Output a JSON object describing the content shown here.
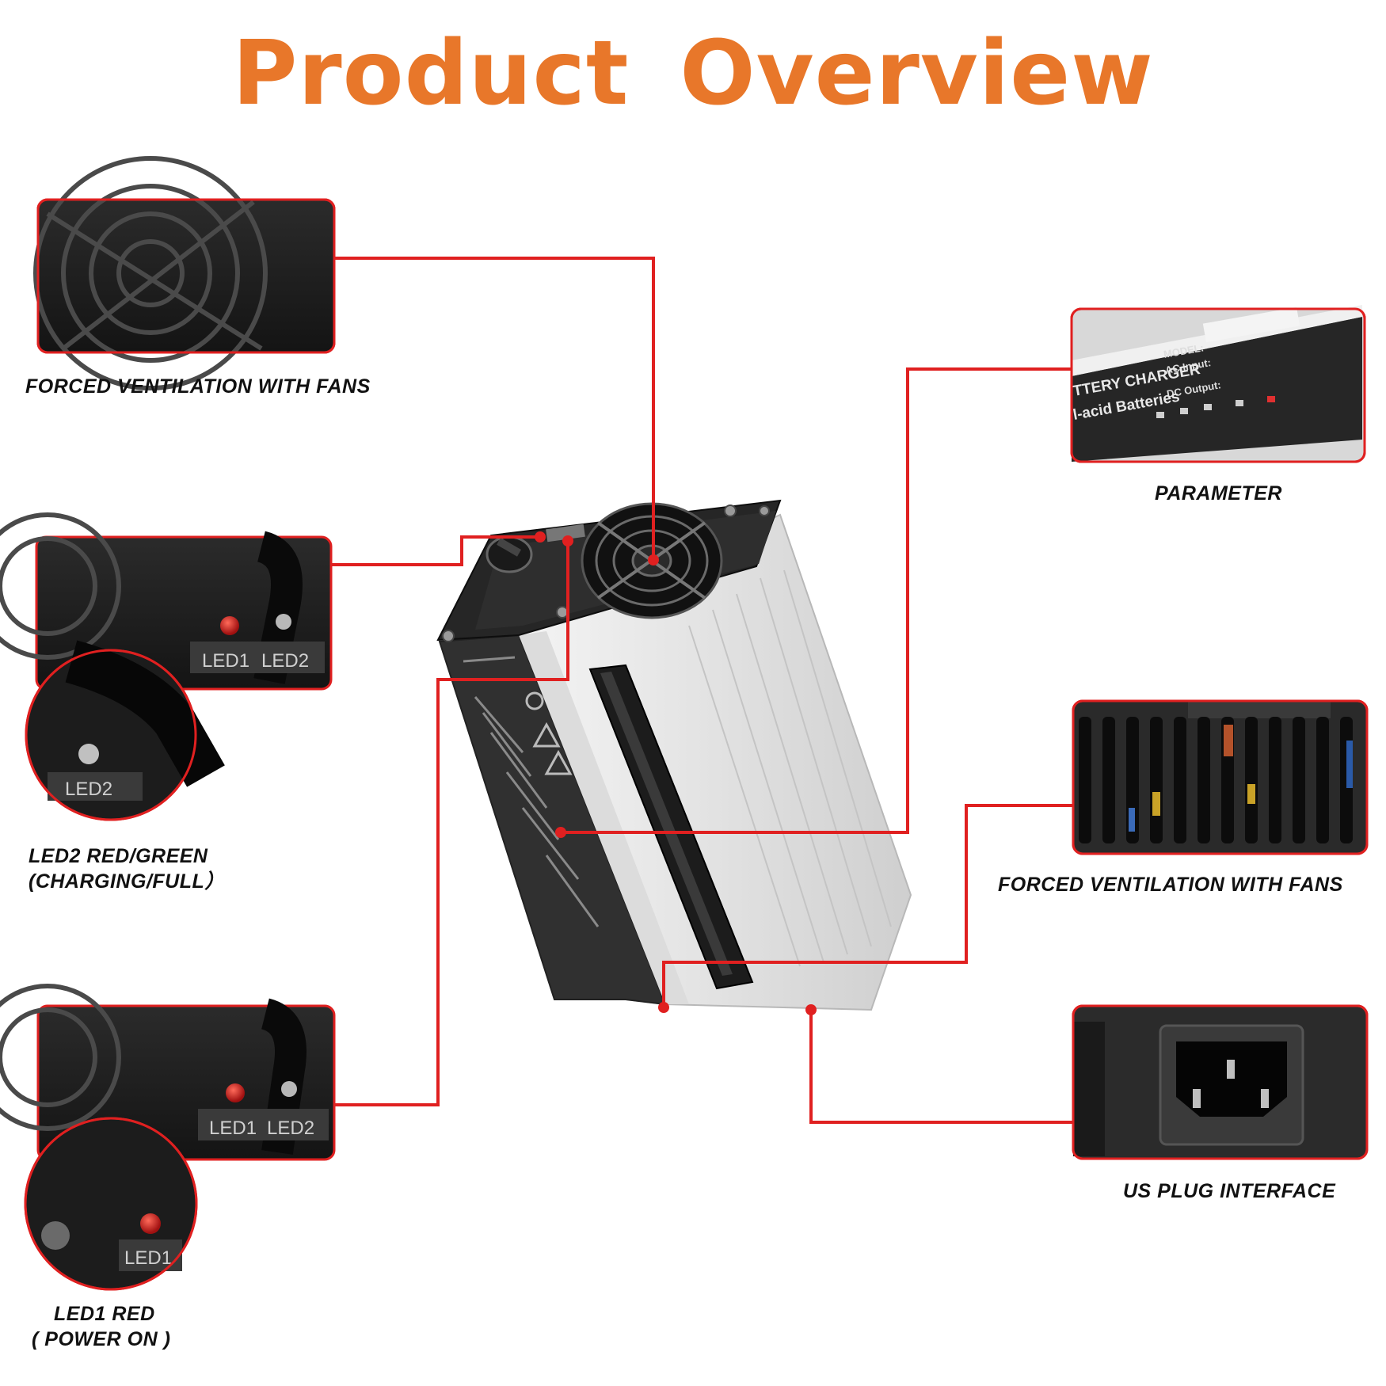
{
  "title": "Product  Overview",
  "colors": {
    "title": "#e8772a",
    "callout": "#e02020",
    "panel_dark": "#1f1f1f",
    "aluminum": "#e6e6e6"
  },
  "captions": {
    "fan_top_left": "FORCED VENTILATION WITH FANS",
    "parameter": "PARAMETER",
    "led2_line1": "LED2 RED/GREEN",
    "led2_line2": "(CHARGING/FULL）",
    "fan_right": "FORCED VENTILATION WITH FANS",
    "us_plug": "US PLUG INTERFACE",
    "led1_line1": "LED1 RED",
    "led1_line2": "( POWER ON )"
  },
  "panel_labels": {
    "led1": "LED1",
    "led2": "LED2"
  },
  "label_plate": {
    "line1": "TTERY CHARGER",
    "line2": "l-acid Batteries",
    "model": "MODEL:",
    "ac_input": "AC Input:",
    "dc_output": "DC Output:"
  },
  "icons": [
    "fan-grille-icon",
    "led-indicator-icon",
    "power-socket-icon",
    "cable-gland-icon",
    "warning-triangle-icon"
  ]
}
